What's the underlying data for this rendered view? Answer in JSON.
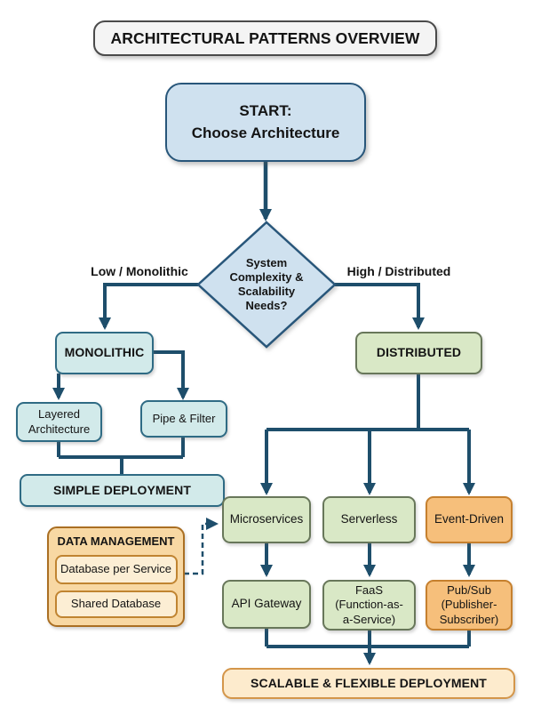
{
  "title": "ARCHITECTURAL PATTERNS OVERVIEW",
  "colors": {
    "connector_line": "#1e4e6b",
    "blue_fill": "#cfe1ef",
    "blue_border": "#28567a",
    "teal_fill": "#d2eaea",
    "teal_border": "#2f6b84",
    "green_fill": "#d9e8c6",
    "green_border": "#68775a",
    "orange_fill": "#f6bf7b",
    "orange_border": "#c6802e",
    "data_mgmt_fill": "#f8d8a3",
    "data_mgmt_border": "#aa6f23",
    "data_mgmt_item_fill": "#fceed4",
    "data_mgmt_item_border": "#c08431",
    "result_fill": "#fdebcd",
    "result_border": "#d4964a",
    "title_fill": "#f4f4f4",
    "title_border": "#4a4a4a"
  },
  "flow": {
    "start": {
      "line1": "START:",
      "line2": "Choose Architecture"
    },
    "decision": "System Complexity & Scalability Needs?",
    "branch_left": "Low / Monolithic",
    "branch_right": "High / Distributed",
    "monolithic": "MONOLITHIC",
    "layered": "Layered Architecture",
    "pipe_filter": "Pipe & Filter",
    "simple_deployment": "SIMPLE DEPLOYMENT",
    "distributed": "DISTRIBUTED",
    "microservices": "Microservices",
    "serverless": "Serverless",
    "event_driven": "Event-Driven",
    "api_gateway": "API Gateway",
    "faas": {
      "lines": [
        "FaaS",
        "(Function-as-",
        "a-Service)"
      ]
    },
    "pub_sub": {
      "lines": [
        "Pub/Sub",
        "(Publisher-",
        "Subscriber)"
      ]
    },
    "data_management": {
      "title": "DATA MANAGEMENT",
      "items": [
        "Database per Service",
        "Shared Database"
      ]
    },
    "scalable_deployment": "SCALABLE & FLEXIBLE DEPLOYMENT"
  }
}
